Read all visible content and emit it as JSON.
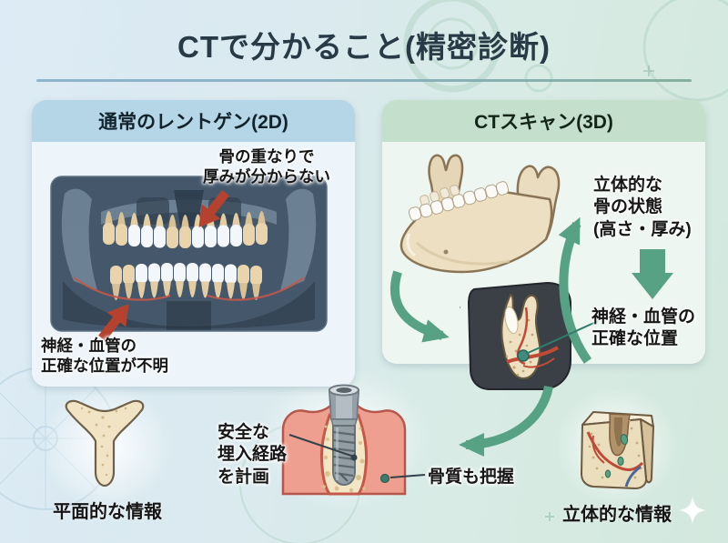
{
  "title": "CTで分かること(精密診断)",
  "left_panel": {
    "header": "通常のレントゲン(2D)",
    "annotation_overlap": "骨の重なりで\n厚みが分からない",
    "annotation_nerve": "神経・血管の\n正確な位置が不明",
    "caption": "平面的な情報"
  },
  "right_panel": {
    "header": "CTスキャン(3D)",
    "annotation_bone_state": "立体的な\n骨の状態\n(高さ・厚み)",
    "annotation_nerve": "神経・血管の\n正確な位置",
    "caption": "立体的な情報"
  },
  "bottom_row": {
    "annotation_plan": "安全な\n埋入経路\nを計画",
    "annotation_quality": "骨質も把握"
  },
  "colors": {
    "red_arrow": "#b5422e",
    "green_arrow": "#57a285",
    "title_text": "#273a46",
    "left_header_bg": "#b5d6e7",
    "right_header_bg": "#c4dfcb",
    "xray_background": "#45586b",
    "bone_cream": "#ecdfc2",
    "nerve_teal": "#3f8d7f"
  }
}
